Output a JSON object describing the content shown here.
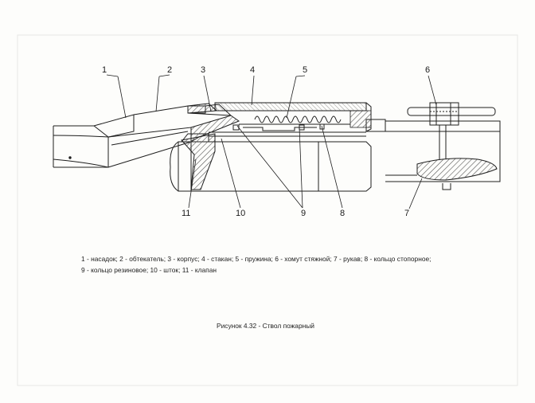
{
  "callouts": [
    "1",
    "2",
    "3",
    "4",
    "5",
    "6",
    "11",
    "10",
    "9",
    "8",
    "7"
  ],
  "legend": {
    "line1": "1 - насадок; 2 - обтекатель; 3 - корпус; 4 - стакан; 5 - пружина; 6 - хомут стяжной; 7 - рукав; 8 - кольцо стопорное;",
    "line2": "9 - кольцо резиновое; 10 - шток; 11 - клапан"
  },
  "caption": "Рисунок  4.32  -  Ствол пожарный",
  "colors": {
    "line": "#1e1e1e",
    "hatch": "#6a6a6a",
    "paper": "#fdfdfb"
  }
}
